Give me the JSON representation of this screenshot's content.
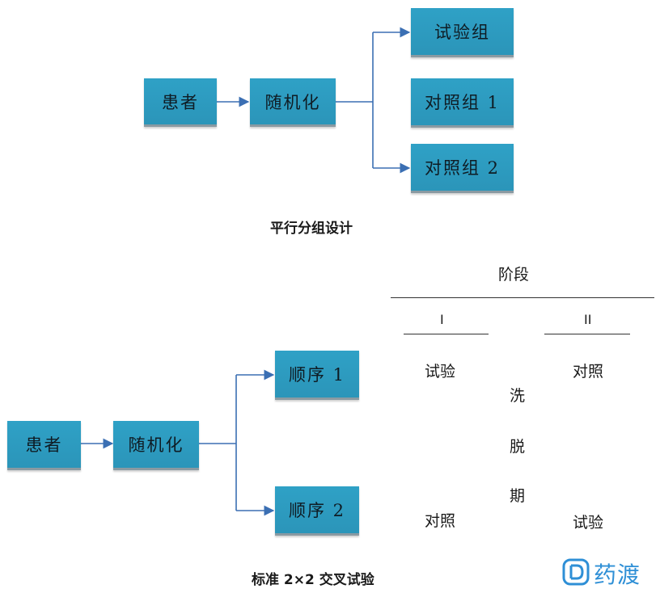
{
  "parallel": {
    "patient": "患者",
    "randomize": "随机化",
    "trial_group": "试验组",
    "control_group_1": "对照组 1",
    "control_group_2": "对照组 2",
    "caption": "平行分组设计"
  },
  "crossover": {
    "patient": "患者",
    "randomize": "随机化",
    "sequence_1": "顺序 1",
    "sequence_2": "顺序 2",
    "stage_header": "阶段",
    "stage_1": "I",
    "stage_2": "II",
    "seq1_stage1": "试验",
    "seq1_stage2": "对照",
    "seq2_stage1": "对照",
    "seq2_stage2": "试验",
    "washout_1": "洗",
    "washout_2": "脱",
    "washout_3": "期",
    "caption": "标准 2×2 交叉试验"
  },
  "logo": {
    "text": "药渡",
    "icon": "yaodu-logo-icon"
  },
  "colors": {
    "box_fill": "#2fa1c6",
    "arrow": "#3b6fb3",
    "logo": "#2e8fd6"
  }
}
